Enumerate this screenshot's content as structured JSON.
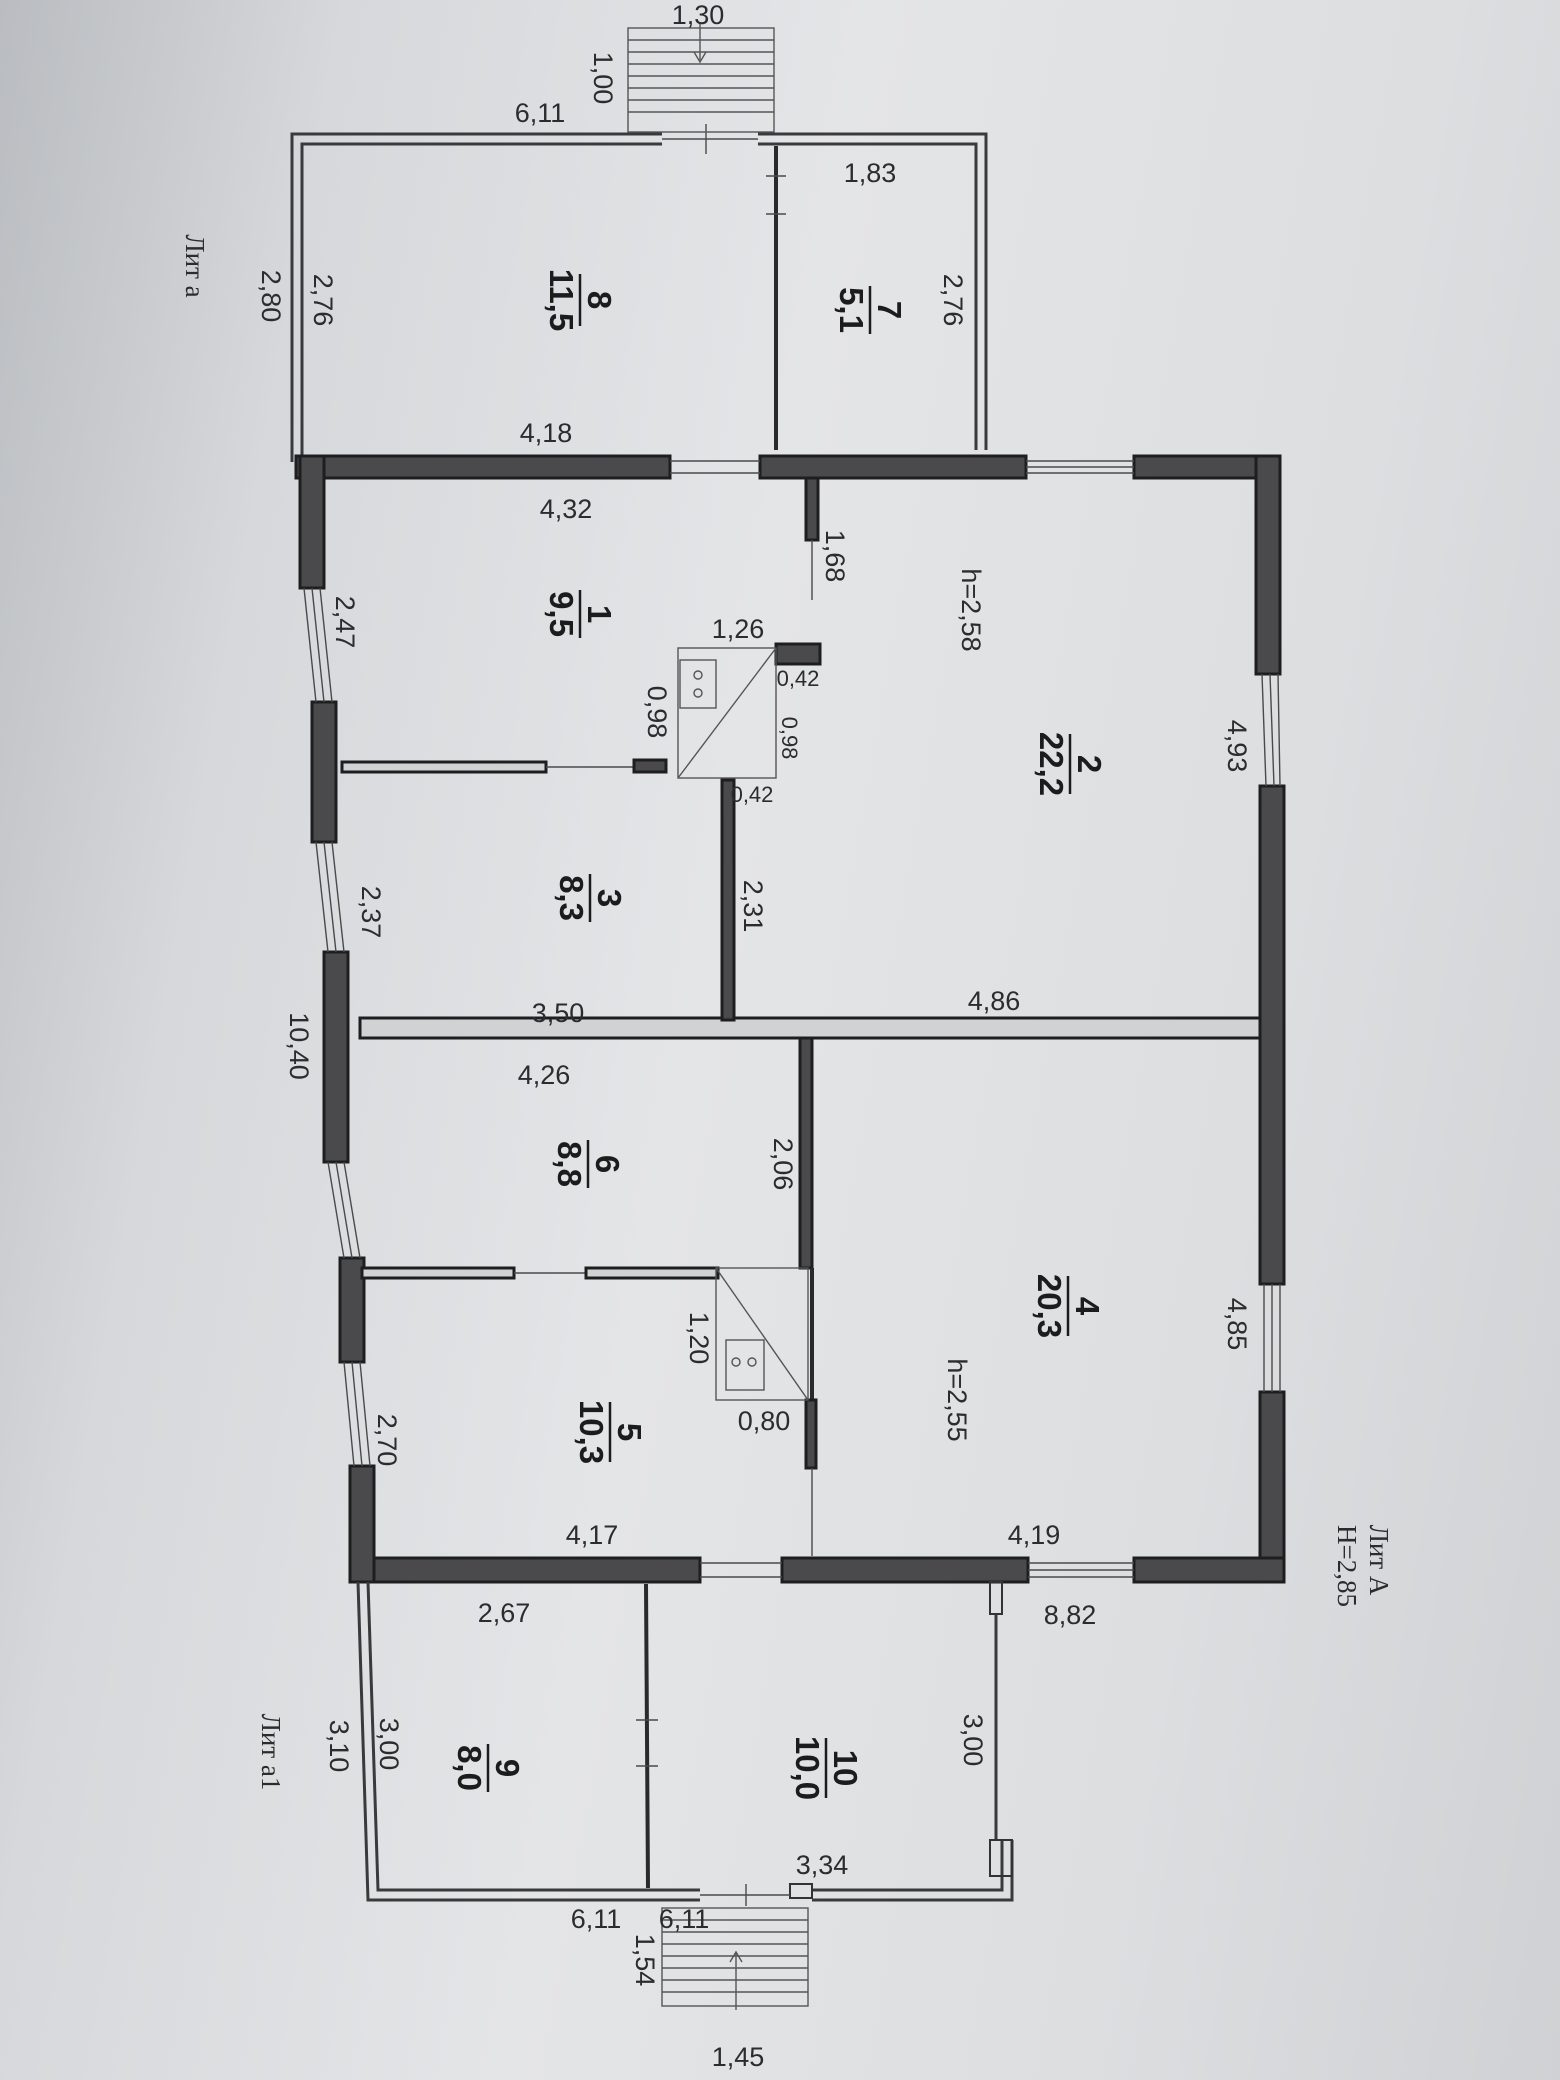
{
  "lits": {
    "a": "Лит а",
    "a1": "Лит а1",
    "A": "Лит А",
    "H": "H=2,85"
  },
  "rooms": {
    "r8": {
      "num": "8",
      "area": "11,5"
    },
    "r7": {
      "num": "7",
      "area": "5,1"
    },
    "r1": {
      "num": "1",
      "area": "9,5"
    },
    "r2": {
      "num": "2",
      "area": "22,2"
    },
    "r3": {
      "num": "3",
      "area": "8,3"
    },
    "r6": {
      "num": "6",
      "area": "8,8"
    },
    "r4": {
      "num": "4",
      "area": "20,3"
    },
    "r5": {
      "num": "5",
      "area": "10,3"
    },
    "r9": {
      "num": "9",
      "area": "8,0"
    },
    "r10": {
      "num": "10",
      "area": "10,0"
    }
  },
  "heights": {
    "h2": "h=2,58",
    "h4": "h=2,55"
  },
  "dims": {
    "d130": "1,30",
    "d100": "1,00",
    "d611_top": "6,11",
    "d183": "1,83",
    "d280": "2,80",
    "d276_l": "2,76",
    "d276_r": "2,76",
    "d418": "4,18",
    "d432": "4,32",
    "d168": "1,68",
    "d126": "1,26",
    "d042_a": "0,42",
    "d098_a": "0,98",
    "d098_b": "0,98",
    "d042_b": "0,42",
    "d247": "2,47",
    "d231": "2,31",
    "d493": "4,93",
    "d237": "2,37",
    "d1040": "10,40",
    "d350": "3,50",
    "d486": "4,86",
    "d426": "4,26",
    "d206": "2,06",
    "d120": "1,20",
    "d080": "0,80",
    "d485": "4,85",
    "d270": "2,70",
    "d417": "4,17",
    "d419": "4,19",
    "d882": "8,82",
    "d267": "2,67",
    "d310": "3,10",
    "d300_l": "3,00",
    "d300_r": "3,00",
    "d334": "3,34",
    "d611_bl": "6,11",
    "d611_br": "6,11",
    "d154": "1,54",
    "d145": "1,45"
  }
}
